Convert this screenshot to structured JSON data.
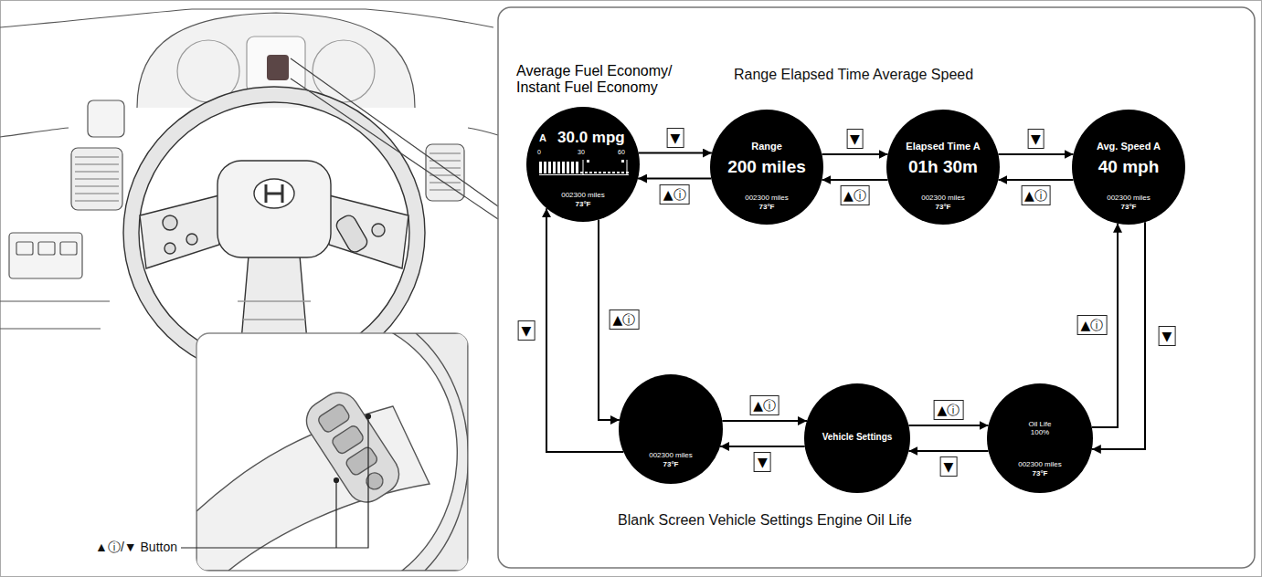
{
  "diagram": {
    "nodes": [
      {
        "text": [
          "Average Fuel Economy/ Instant Fuel Economy",
          "A",
          "30.0 mpg",
          "0",
          "30",
          "60",
          "002300 miles",
          "73°F"
        ]
      },
      {
        "text": [
          "Range",
          "200 miles",
          "002300 miles",
          "73°F"
        ]
      },
      {
        "text": [
          "Elapsed Time A",
          "01h 30m",
          "002300 miles",
          "73°F"
        ]
      },
      {
        "text": [
          "Avg. Speed A",
          "40 mph",
          "002300 miles",
          "73°F"
        ]
      },
      {
        "text": [
          "002300 miles",
          "73°F"
        ]
      },
      {
        "text": [
          "Vehicle Settings"
        ]
      },
      {
        "text": [
          "Oil Life 100%",
          "002300 miles",
          "73°F"
        ]
      }
    ],
    "edges": [
      {
        "from": 0,
        "to": 1,
        "arrow": "to",
        "label": "▼"
      },
      {
        "from": 1,
        "to": 0,
        "arrow": "to",
        "label": "▲ⓘ"
      },
      {
        "from": 1,
        "to": 2,
        "arrow": "to",
        "label": "▼"
      },
      {
        "from": 2,
        "to": 1,
        "arrow": "to",
        "label": "▲ⓘ"
      },
      {
        "from": 2,
        "to": 3,
        "arrow": "to",
        "label": "▼"
      },
      {
        "from": 3,
        "to": 2,
        "arrow": "to",
        "label": "▲ⓘ"
      },
      {
        "from": 3,
        "to": 6,
        "arrow": "to",
        "label": "▼"
      },
      {
        "from": 6,
        "to": 3,
        "arrow": "to",
        "label": "▲ⓘ"
      },
      {
        "from": 5,
        "to": 6,
        "arrow": "to",
        "label": "▲ⓘ"
      },
      {
        "from": 6,
        "to": 5,
        "arrow": "to",
        "label": "▼"
      },
      {
        "from": 4,
        "to": 5,
        "arrow": "to",
        "label": "▲ⓘ"
      },
      {
        "from": 5,
        "to": 4,
        "arrow": "to",
        "label": "▼"
      },
      {
        "from": 0,
        "to": 4,
        "arrow": "to",
        "label": "▲ⓘ"
      },
      {
        "from": 4,
        "to": 0,
        "arrow": "to",
        "label": "▼"
      }
    ],
    "labels": [
      "Range Elapsed Time Average Speed",
      "Blank Screen Vehicle Settings Engine Oil Life",
      "▲ⓘ/▼ Button"
    ]
  }
}
